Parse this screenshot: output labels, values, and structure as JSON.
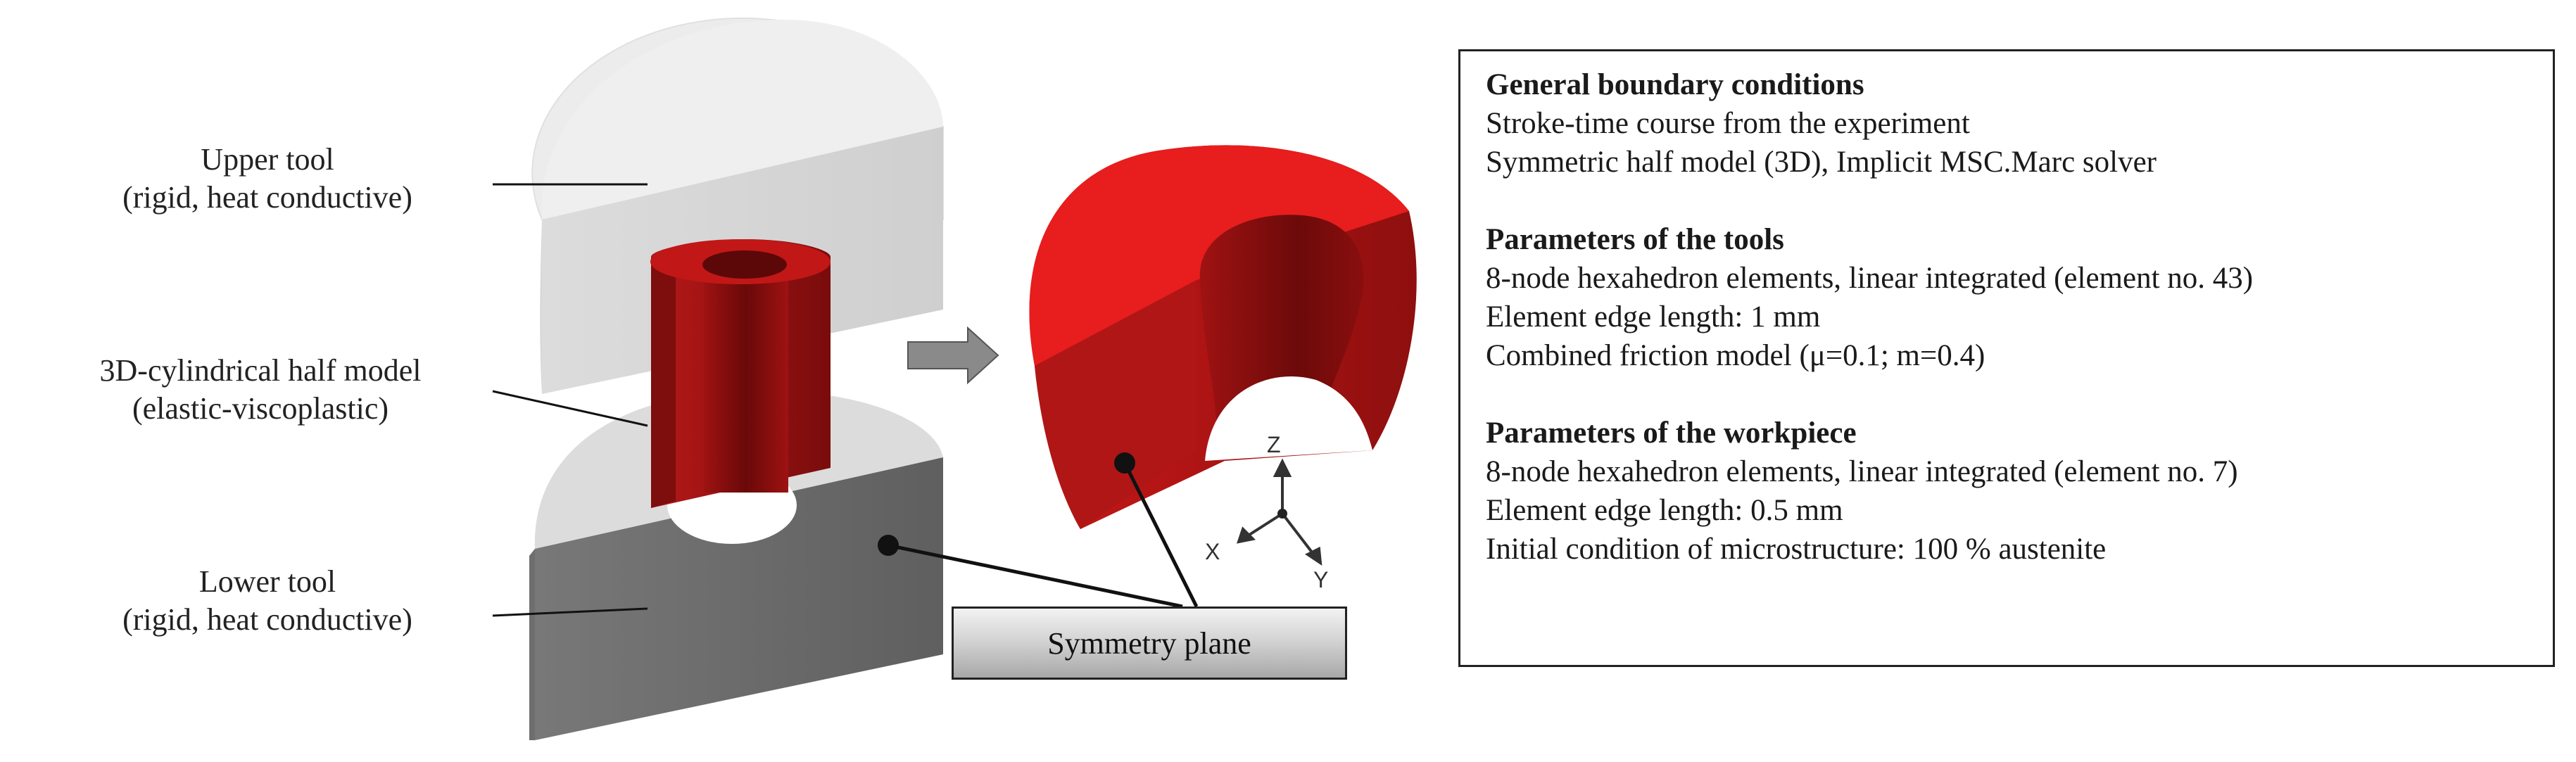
{
  "labels": {
    "upper_tool": {
      "line1": "Upper tool",
      "line2": "(rigid, heat conductive)"
    },
    "half_model": {
      "line1": "3D-cylindrical half model",
      "line2": "(elastic-viscoplastic)"
    },
    "lower_tool": {
      "line1": "Lower tool",
      "line2": "(rigid, heat conductive)"
    },
    "symmetry_plane": "Symmetry plane"
  },
  "axes": {
    "z": "Z",
    "x": "X",
    "y": "Y"
  },
  "info": {
    "general": {
      "title": "General boundary conditions",
      "lines": [
        "Stroke-time course from the experiment",
        "Symmetric half model (3D), Implicit MSC.Marc solver"
      ]
    },
    "tools": {
      "title": "Parameters of the tools",
      "lines": [
        "8-node hexahedron elements, linear integrated (element no. 43)",
        "Element edge length: 1 mm",
        "Combined friction model (μ=0.1; m=0.4)"
      ]
    },
    "workpiece": {
      "title": "Parameters of the workpiece",
      "lines": [
        "8-node hexahedron elements, linear integrated (element no. 7)",
        "Element edge length: 0.5 mm",
        "Initial condition of microstructure: 100 % austenite"
      ]
    }
  },
  "colors": {
    "workpiece_red": "#e11d1d",
    "workpiece_dark_red": "#8e0f0f",
    "tool_light": "#e9e9e9",
    "tool_mid": "#d2d2d2",
    "tool_dark": "#6b6b6b",
    "arrow_gray": "#8a8a8a"
  }
}
